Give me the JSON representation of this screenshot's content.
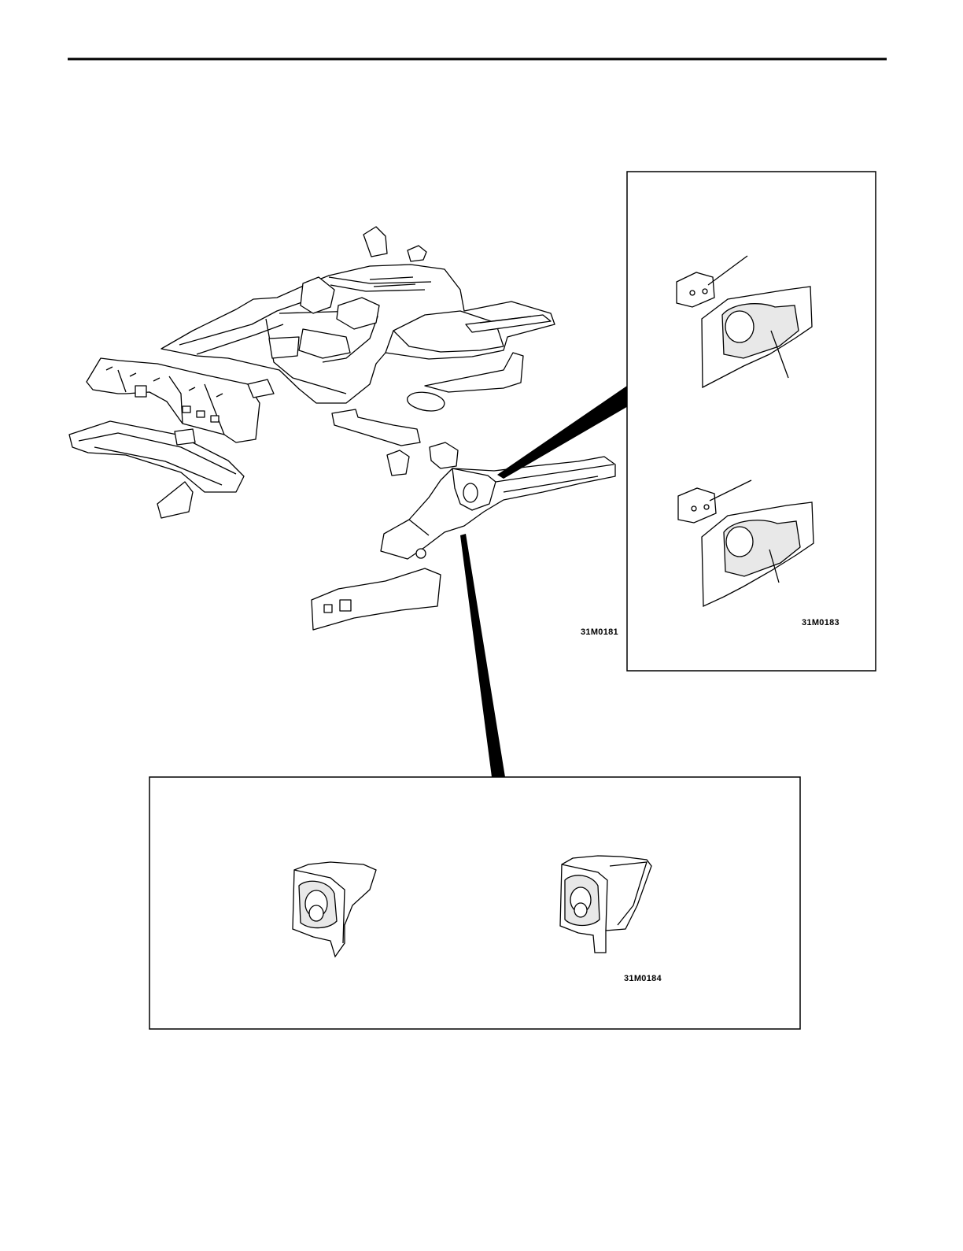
{
  "labels": {
    "main_figure": "31M0181",
    "right_inset": "31M0183",
    "bottom_inset": "31M0184"
  },
  "colors": {
    "ink": "#000000",
    "paper": "#ffffff",
    "part_fill": "#ffffff",
    "shade": "#d9d9d9"
  }
}
